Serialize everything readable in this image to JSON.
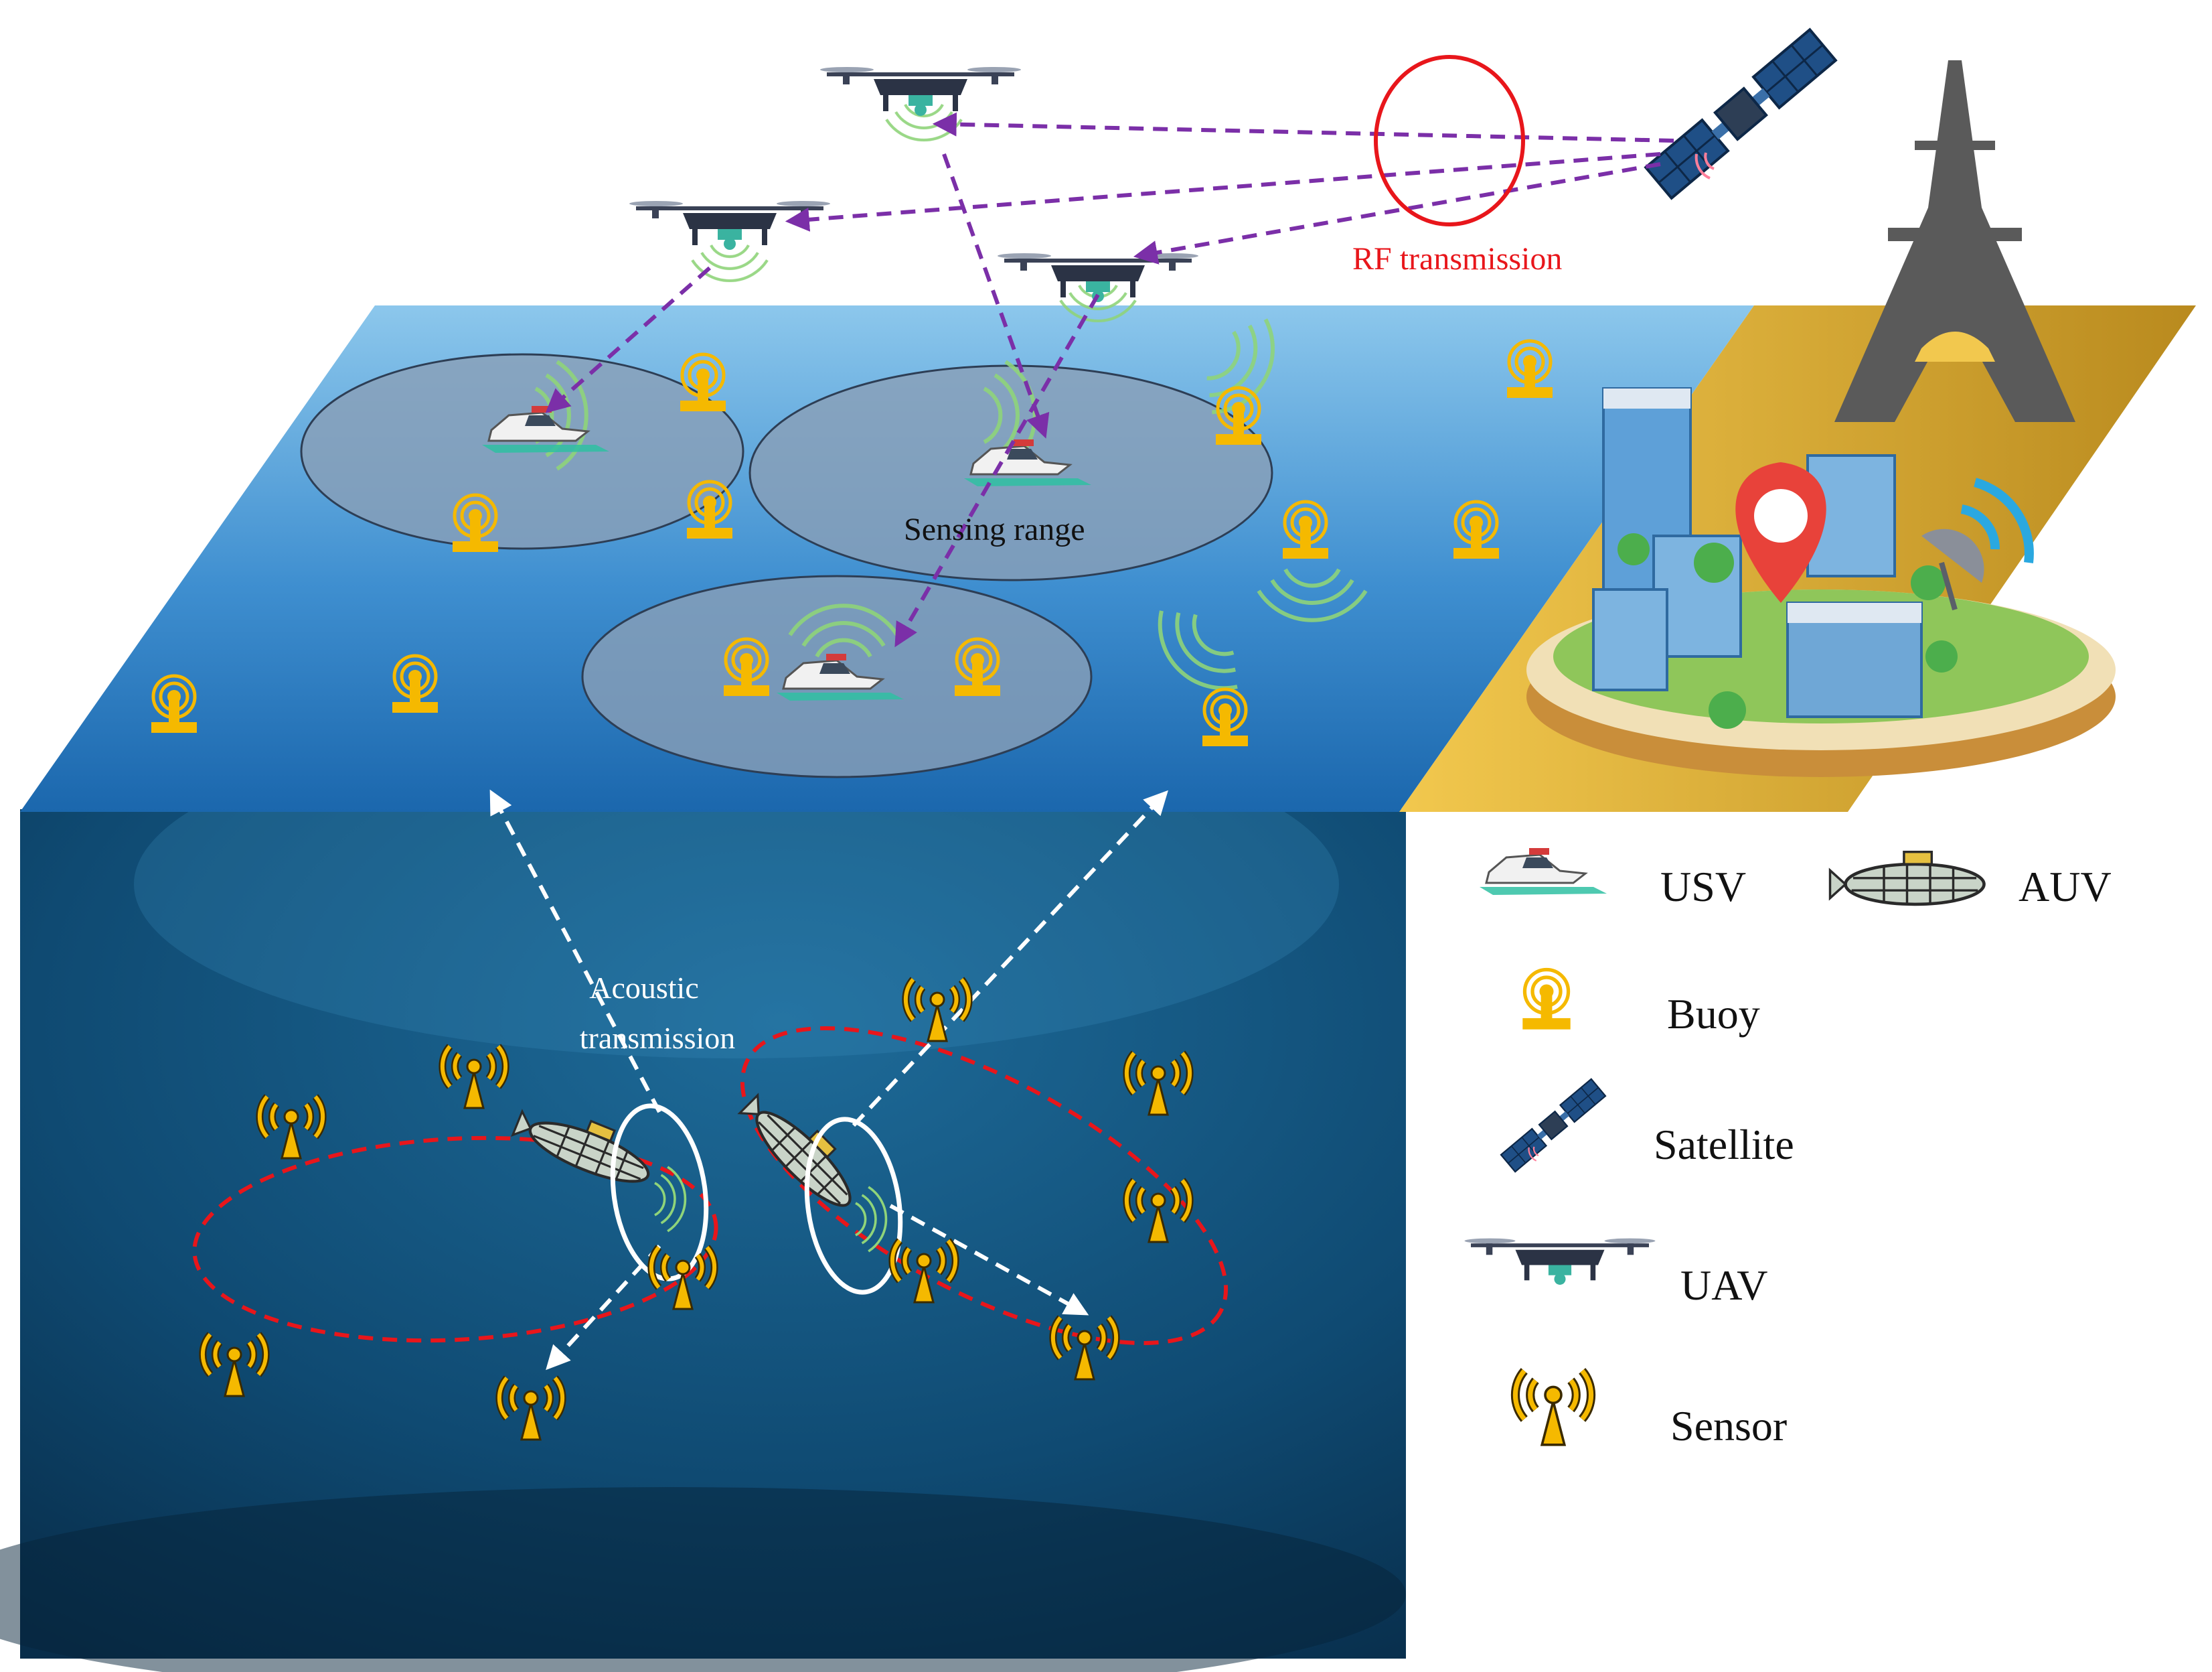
{
  "labels": {
    "rf": "RF transmission",
    "sensing": "Sensing range",
    "acoustic_line1": "Acoustic",
    "acoustic_line2": "transmission"
  },
  "legend": {
    "usv": "USV",
    "auv": "AUV",
    "buoy": "Buoy",
    "satellite": "Satellite",
    "uav": "UAV",
    "sensor": "Sensor"
  },
  "colors": {
    "sea_surface_top": "#86c3ea",
    "sea_surface_bottom": "#1f6db3",
    "underwater": "#0f4a73",
    "land": "#e2b440",
    "rf_arrow": "#7b2fa8",
    "acoustic_arrow": "#ffffff",
    "rf_label": "#e8161b",
    "auv_path": "#e8161b",
    "buoy": "#f5b900",
    "signal": "#8fd47a",
    "satellite_panel": "#1f4f86"
  },
  "icons": [
    "satellite-icon",
    "uav-icon",
    "usv-icon",
    "auv-icon",
    "buoy-icon",
    "sensor-icon",
    "city-island-icon",
    "tower-icon",
    "map-pin-icon",
    "dish-icon"
  ]
}
